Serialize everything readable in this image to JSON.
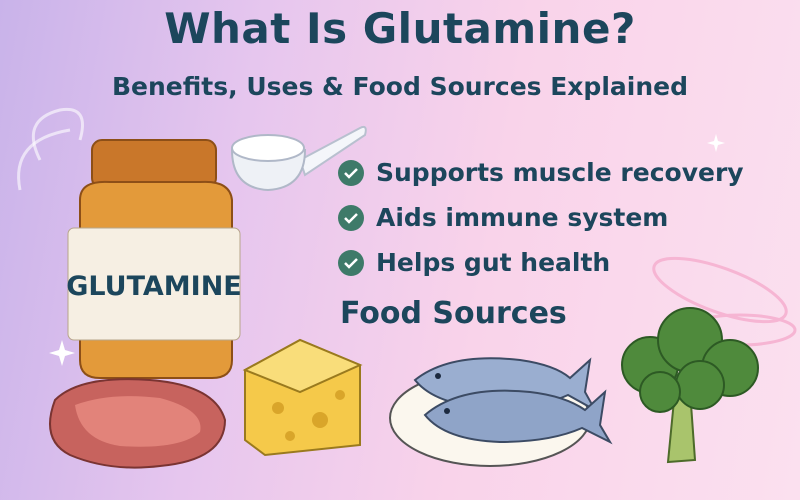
{
  "header": {
    "title": "What Is Glutamine?",
    "subtitle": "Benefits, Uses & Food Sources Explained"
  },
  "benefits": [
    {
      "label": "Supports muscle recovery",
      "icon": "check-circle-icon"
    },
    {
      "label": "Aids immune system",
      "icon": "check-circle-icon"
    },
    {
      "label": "Helps gut health",
      "icon": "check-circle-icon"
    }
  ],
  "food_sources": {
    "heading": "Food Sources",
    "items": [
      "steak",
      "cheese",
      "fish",
      "broccoli"
    ]
  },
  "jar": {
    "label": "GLUTAMINE"
  },
  "colors": {
    "text": "#1c465c",
    "check": "#3e7a69",
    "jar": "#e39a3a",
    "label": "#f6efe3"
  }
}
